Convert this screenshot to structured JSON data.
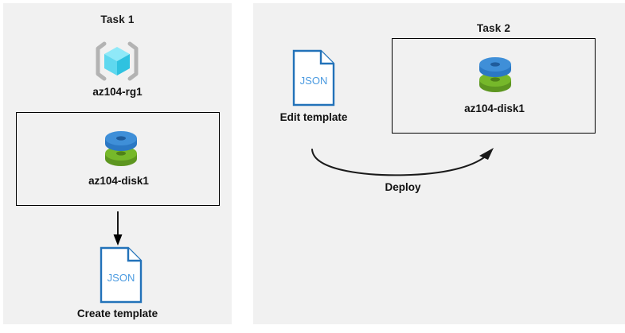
{
  "diagram": {
    "background_color": "#ffffff",
    "panel_color": "#f1f1f1",
    "border_color": "#000000",
    "accent_blue": "#3f8fd8",
    "accent_green": "#76b82a",
    "cube_cyan": "#6ee3f5",
    "json_blue": "#2272b9"
  },
  "left_panel": {
    "title": "Task 1",
    "resource_group": {
      "icon": "resource-group-cube-icon",
      "label": "az104-rg1"
    },
    "resource_box": {
      "disk": {
        "icon": "managed-disk-icon",
        "label": "az104-disk1"
      }
    },
    "arrow": {
      "icon": "arrow-down-icon",
      "direction": "down"
    },
    "template": {
      "icon": "json-document-icon",
      "file_type": "JSON",
      "label": "Create template"
    }
  },
  "right_panel": {
    "title": "Task 2",
    "template": {
      "icon": "json-document-icon",
      "file_type": "JSON",
      "label": "Edit template"
    },
    "resource_box": {
      "disk": {
        "icon": "managed-disk-icon",
        "label": "az104-disk1"
      }
    },
    "deploy_arrow": {
      "icon": "curved-arrow-right-icon",
      "label": "Deploy"
    }
  }
}
